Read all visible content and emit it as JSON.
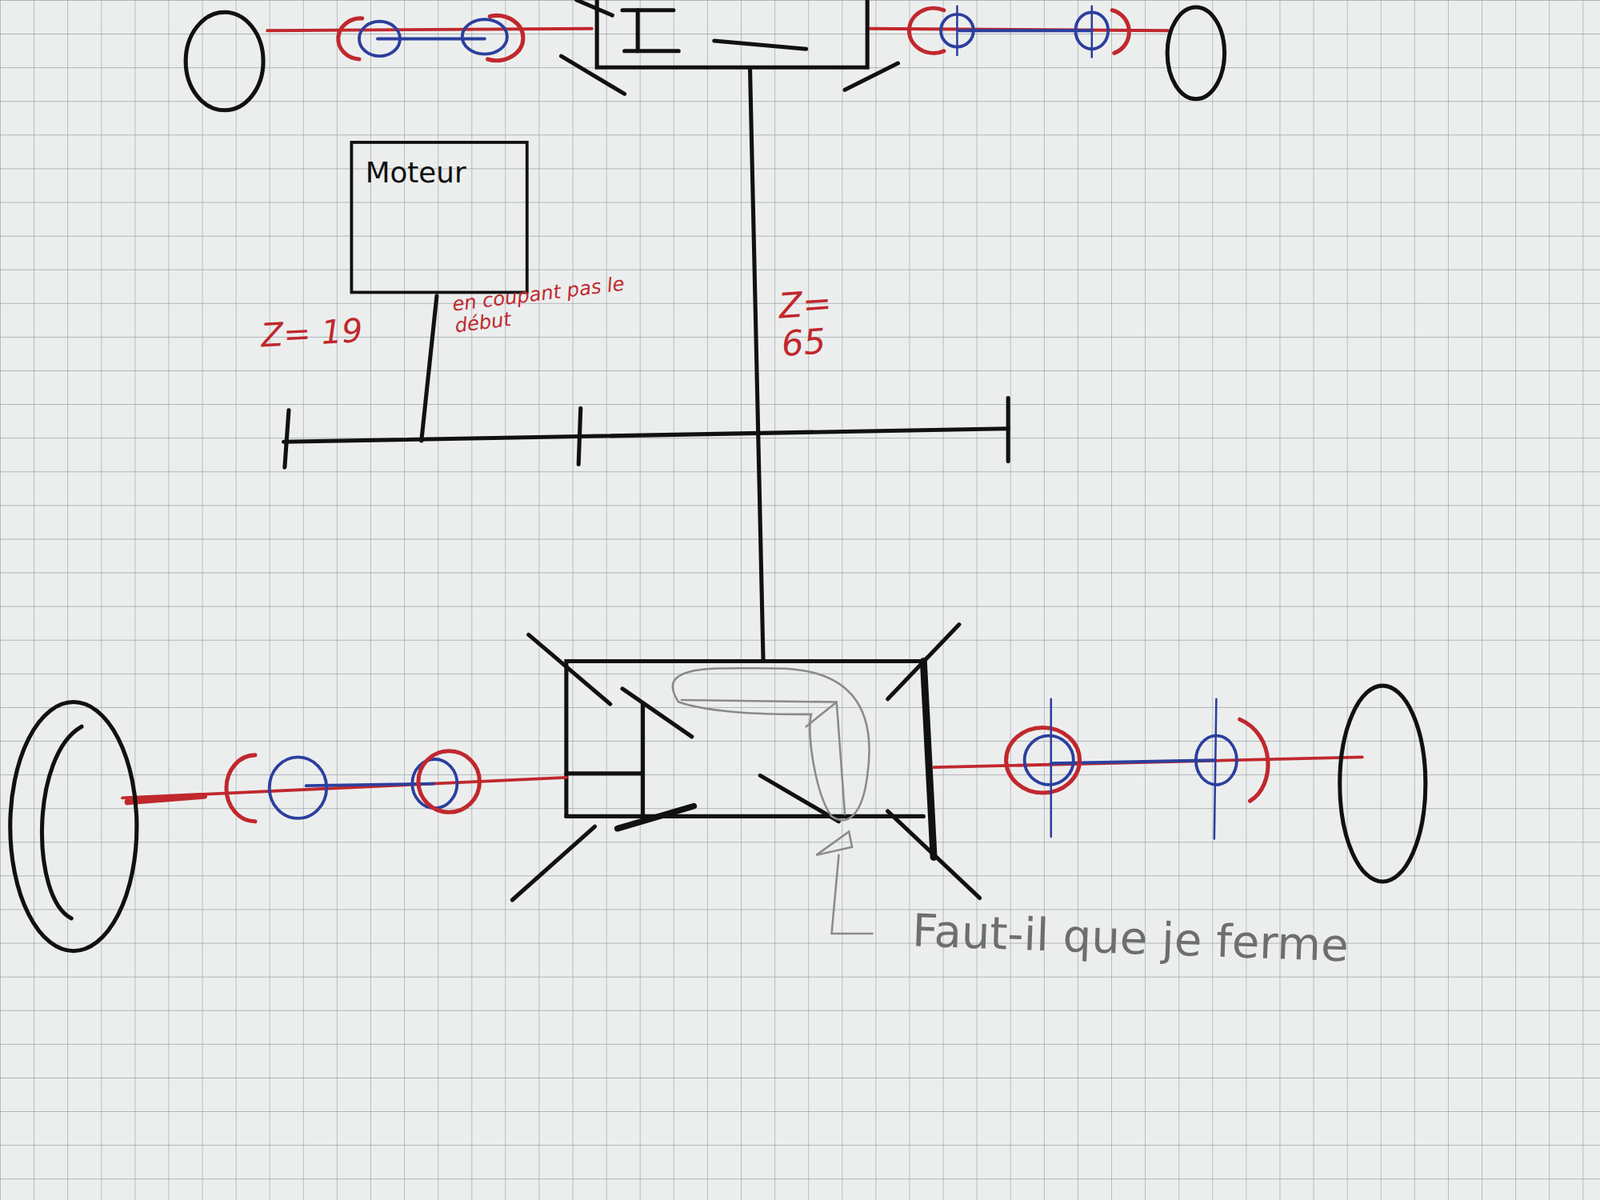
{
  "diagram": {
    "nodes": [
      {
        "text": [
          "Moteur"
        ]
      }
    ],
    "labels": [
      "Z= 19",
      "en coupant pas le début",
      "Z= 65",
      "Faut-il que je ferme"
    ]
  }
}
